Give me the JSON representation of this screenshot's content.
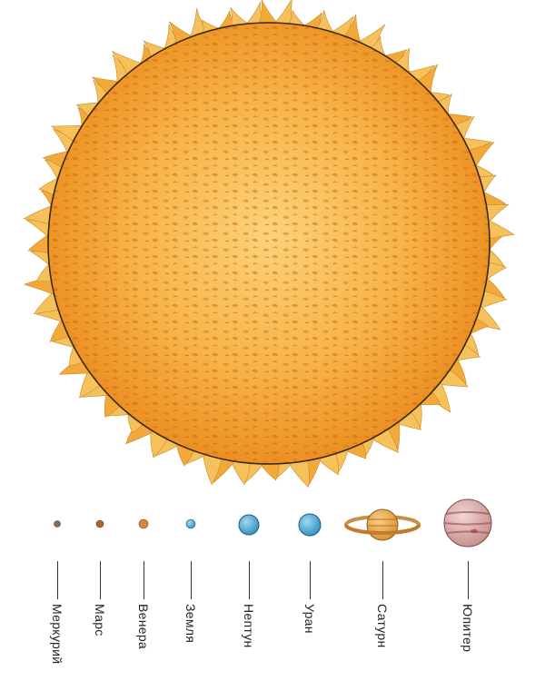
{
  "sun": {
    "name": "sun",
    "colors": {
      "core": "#f7b448",
      "edge": "#ea8b1c",
      "flare": "#f6b63a",
      "outline": "#3a2a10"
    }
  },
  "planets": [
    {
      "id": "mercury",
      "label": "Меркурий",
      "color": "#8a6a55"
    },
    {
      "id": "mars",
      "label": "Марс",
      "color": "#b5632a"
    },
    {
      "id": "venus",
      "label": "Венера",
      "color": "#d08a3a"
    },
    {
      "id": "earth",
      "label": "Земля",
      "color": "#5aa8c8"
    },
    {
      "id": "neptune",
      "label": "Нептун",
      "color": "#4aa9d6"
    },
    {
      "id": "uranus",
      "label": "Уран",
      "color": "#52b4dc"
    },
    {
      "id": "saturn",
      "label": "Сатурн",
      "color": "#e7a64d"
    },
    {
      "id": "jupiter",
      "label": "Юпитер",
      "color": "#d9a7a6"
    }
  ]
}
